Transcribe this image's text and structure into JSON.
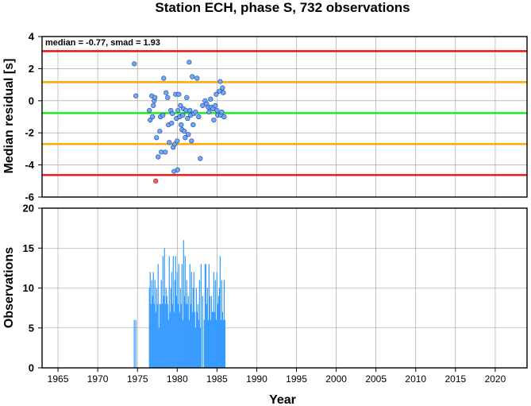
{
  "chart_data": [
    {
      "type": "scatter",
      "title": "Station ECH, phase S, 732 observations",
      "xlabel": "",
      "ylabel": "Median residual [s]",
      "annotation": "median = -0.77, smad = 1.93",
      "xlim": [
        1963,
        2024
      ],
      "ylim": [
        -6,
        4
      ],
      "y_ticks": [
        "-6",
        "-4",
        "-2",
        "0",
        "2",
        "4"
      ],
      "grid": true,
      "hlines": [
        {
          "y": 3.09,
          "color": "#ee1111"
        },
        {
          "y": 1.16,
          "color": "#ffa500"
        },
        {
          "y": -0.77,
          "color": "#11ee11"
        },
        {
          "y": -2.7,
          "color": "#ffa500"
        },
        {
          "y": -4.63,
          "color": "#ee1111"
        }
      ],
      "point_color": "#6fa8ff",
      "outlier_color": "#ff5a4a",
      "points": [
        [
          1974.6,
          2.3
        ],
        [
          1974.8,
          0.3
        ],
        [
          1976.5,
          -0.6
        ],
        [
          1976.6,
          -1.2
        ],
        [
          1976.8,
          0.3
        ],
        [
          1976.9,
          -1.0
        ],
        [
          1977.0,
          -0.3
        ],
        [
          1977.1,
          0.0
        ],
        [
          1977.2,
          0.2
        ],
        [
          1977.4,
          -2.3
        ],
        [
          1977.6,
          -3.5
        ],
        [
          1977.8,
          -1.9
        ],
        [
          1977.9,
          -1.0
        ],
        [
          1978.0,
          -3.2
        ],
        [
          1978.2,
          -0.9
        ],
        [
          1978.3,
          1.4
        ],
        [
          1978.5,
          -3.2
        ],
        [
          1978.6,
          0.5
        ],
        [
          1978.8,
          0.2
        ],
        [
          1978.9,
          -1.5
        ],
        [
          1979.0,
          -2.6
        ],
        [
          1979.2,
          -0.6
        ],
        [
          1979.3,
          -1.4
        ],
        [
          1979.4,
          -0.8
        ],
        [
          1979.5,
          -2.9
        ],
        [
          1979.7,
          -2.7
        ],
        [
          1979.8,
          0.4
        ],
        [
          1979.9,
          -1.1
        ],
        [
          1980.0,
          -2.5
        ],
        [
          1980.1,
          -0.6
        ],
        [
          1980.2,
          0.4
        ],
        [
          1980.3,
          -1.0
        ],
        [
          1980.4,
          -0.3
        ],
        [
          1980.5,
          -1.5
        ],
        [
          1980.6,
          -1.8
        ],
        [
          1980.7,
          -0.9
        ],
        [
          1980.8,
          -0.5
        ],
        [
          1980.9,
          -1.9
        ],
        [
          1981.0,
          -2.3
        ],
        [
          1981.1,
          -0.6
        ],
        [
          1981.2,
          0.2
        ],
        [
          1981.3,
          -1.1
        ],
        [
          1981.4,
          -2.1
        ],
        [
          1981.5,
          2.4
        ],
        [
          1981.6,
          -0.6
        ],
        [
          1981.7,
          -0.9
        ],
        [
          1981.8,
          -2.5
        ],
        [
          1981.9,
          1.5
        ],
        [
          1982.0,
          -1.5
        ],
        [
          1982.1,
          -0.8
        ],
        [
          1982.3,
          -0.7
        ],
        [
          1982.5,
          1.4
        ],
        [
          1982.7,
          -1.0
        ],
        [
          1982.9,
          -3.6
        ],
        [
          1983.2,
          -0.3
        ],
        [
          1983.5,
          0.0
        ],
        [
          1983.7,
          -0.2
        ],
        [
          1983.9,
          -0.4
        ],
        [
          1984.0,
          -0.7
        ],
        [
          1984.2,
          0.1
        ],
        [
          1984.3,
          -0.4
        ],
        [
          1984.5,
          -0.5
        ],
        [
          1984.6,
          -1.2
        ],
        [
          1984.8,
          -0.3
        ],
        [
          1984.9,
          0.4
        ],
        [
          1985.0,
          -0.6
        ],
        [
          1985.1,
          -0.9
        ],
        [
          1985.3,
          0.6
        ],
        [
          1985.4,
          1.2
        ],
        [
          1985.5,
          -0.9
        ],
        [
          1985.6,
          -0.7
        ],
        [
          1985.7,
          0.8
        ],
        [
          1985.8,
          0.5
        ],
        [
          1985.9,
          -1.0
        ],
        [
          1979.6,
          -4.4
        ],
        [
          1980.05,
          -4.3
        ]
      ],
      "outliers": [
        [
          1977.3,
          -5.0
        ]
      ]
    },
    {
      "type": "bar",
      "xlabel": "Year",
      "ylabel": "Observations",
      "xlim": [
        1963,
        2024
      ],
      "ylim": [
        0,
        20
      ],
      "x_ticks": [
        "1965",
        "1970",
        "1975",
        "1980",
        "1985",
        "1990",
        "1995",
        "2000",
        "2005",
        "2010",
        "2015",
        "2020"
      ],
      "y_ticks": [
        "0",
        "5",
        "10",
        "15",
        "20"
      ],
      "grid": true,
      "bar_color": "#3399ff",
      "x": [
        1974.6,
        1974.8,
        1976.5,
        1976.6,
        1976.7,
        1976.8,
        1976.9,
        1977.0,
        1977.1,
        1977.2,
        1977.3,
        1977.4,
        1977.5,
        1977.6,
        1977.7,
        1977.8,
        1977.9,
        1978.0,
        1978.1,
        1978.2,
        1978.3,
        1978.4,
        1978.5,
        1978.6,
        1978.7,
        1978.8,
        1978.9,
        1979.0,
        1979.1,
        1979.2,
        1979.3,
        1979.4,
        1979.5,
        1979.6,
        1979.7,
        1979.8,
        1979.9,
        1980.0,
        1980.1,
        1980.2,
        1980.3,
        1980.4,
        1980.5,
        1980.6,
        1980.7,
        1980.8,
        1980.9,
        1981.0,
        1981.1,
        1981.2,
        1981.3,
        1981.4,
        1981.5,
        1981.6,
        1981.7,
        1981.8,
        1981.9,
        1982.0,
        1982.1,
        1982.2,
        1982.3,
        1982.4,
        1982.5,
        1982.6,
        1982.7,
        1982.8,
        1982.9,
        1983.0,
        1983.2,
        1983.4,
        1983.5,
        1983.6,
        1983.7,
        1983.8,
        1983.9,
        1984.0,
        1984.1,
        1984.2,
        1984.3,
        1984.4,
        1984.5,
        1984.6,
        1984.7,
        1984.8,
        1984.9,
        1985.0,
        1985.1,
        1985.2,
        1985.3,
        1985.4,
        1985.5,
        1985.6,
        1985.7,
        1985.8,
        1985.9,
        1986.0
      ],
      "values": [
        6,
        6,
        10,
        12,
        8,
        11,
        9,
        12,
        8,
        11,
        7,
        10,
        8,
        13,
        5,
        8,
        8,
        11,
        8,
        14,
        9,
        15,
        8,
        10,
        9,
        8,
        6,
        14,
        7,
        10,
        12,
        8,
        14,
        7,
        11,
        14,
        9,
        12,
        8,
        13,
        7,
        10,
        8,
        13,
        6,
        16,
        9,
        14,
        8,
        11,
        8,
        9,
        6,
        13,
        8,
        12,
        7,
        10,
        12,
        7,
        5,
        10,
        7,
        8,
        6,
        11,
        5,
        13,
        9,
        6,
        13,
        13,
        8,
        10,
        6,
        13,
        9,
        6,
        9,
        7,
        7,
        12,
        7,
        11,
        6,
        12,
        8,
        9,
        10,
        14,
        6,
        11,
        7,
        6,
        11,
        6
      ]
    }
  ]
}
